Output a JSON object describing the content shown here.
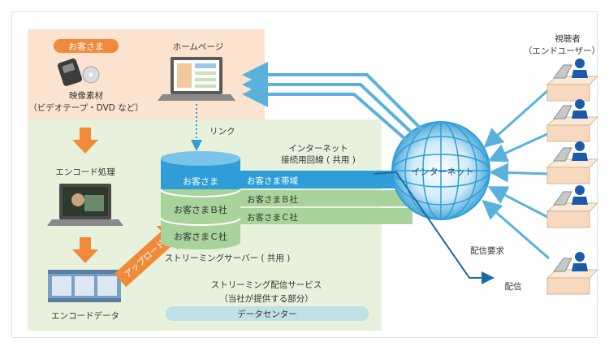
{
  "customer_box": {
    "badge": "お客さま",
    "material_line1": "映像素材",
    "material_line2": "（ビデオテープ・DVD など）",
    "homepage": "ホームページ"
  },
  "link_label": "リンク",
  "encode_process": "エンコード処理",
  "encode_data": "エンコードデータ",
  "upload": "アップロード",
  "server": {
    "tier1": "お客さま",
    "tier2": "お客さまＢ社",
    "tier3": "お客さまＣ社",
    "caption": "ストリーミングサーバー ( 共用 )"
  },
  "line_title1": "インターネット",
  "line_title2": "接続用回線 ( 共用 )",
  "bands": {
    "a": "お客さま帯域",
    "b": "お客さまＢ社",
    "c": "お客さまＣ社"
  },
  "globe_label": "インターネット",
  "service_title": "ストリーミング配信サービス",
  "service_sub": "（当社が提供する部分）",
  "datacenter": "データセンター",
  "viewer_line1": "視聴者",
  "viewer_line2": "（エンドユーザー）",
  "request": "配信要求",
  "deliver": "配信",
  "colors": {
    "peach_panel": "#fbe3cf",
    "green_panel": "#e8f1dc",
    "orange": "#f08a3a",
    "blue_band": "#2f9ed8",
    "green_band": "#a8d39a",
    "datacenter": "#bfe0e4",
    "arrow_blue": "#5ab2dc",
    "dark_blue": "#1b6aa8"
  }
}
